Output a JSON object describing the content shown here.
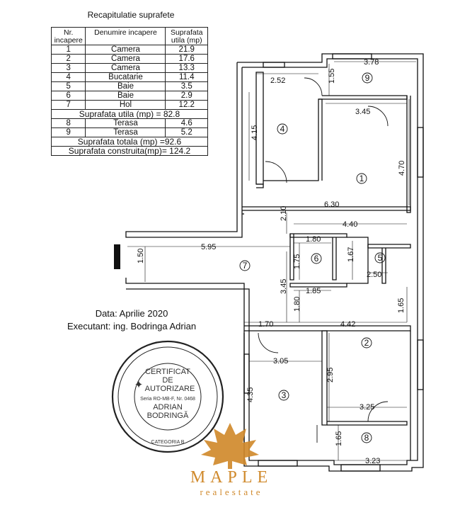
{
  "table": {
    "title": "Recapitulatie suprafete",
    "headers": [
      "Nr. incapere",
      "Denumire incapere",
      "Suprafata utila (mp)"
    ],
    "rows": [
      {
        "nr": "1",
        "name": "Camera",
        "area": "21.9"
      },
      {
        "nr": "2",
        "name": "Camera",
        "area": "17.6"
      },
      {
        "nr": "3",
        "name": "Camera",
        "area": "13.3"
      },
      {
        "nr": "4",
        "name": "Bucatarie",
        "area": "11.4"
      },
      {
        "nr": "5",
        "name": "Baie",
        "area": "3.5"
      },
      {
        "nr": "6",
        "name": "Baie",
        "area": "2.9"
      },
      {
        "nr": "7",
        "name": "Hol",
        "area": "12.2"
      }
    ],
    "total_utila": "Suprafata utila (mp) = 82.8",
    "terrace_rows": [
      {
        "nr": "8",
        "name": "Terasa",
        "area": "4.6"
      },
      {
        "nr": "9",
        "name": "Terasa",
        "area": "5.2"
      }
    ],
    "total_totala": "Suprafata totala (mp) =92.6",
    "total_construita": "Suprafata construita(mp)= 124.2"
  },
  "meta": {
    "date": "Data: Aprilie 2020",
    "executant": "Executant: ing. Bodringa  Adrian"
  },
  "stamp": {
    "line1": "CERTIFICAT",
    "line2": "DE",
    "line3": "AUTORIZARE",
    "series": "Seria RO-MB-F, Nr. 0468",
    "name1": "ADRIAN",
    "name2": "BODRINGĂ",
    "category": "CATEGORIA B"
  },
  "rooms": [
    "1",
    "2",
    "3",
    "4",
    "5",
    "6",
    "7",
    "8",
    "9"
  ],
  "dimensions": [
    "3.78",
    "1.55",
    "2.52",
    "3.45",
    "4.15",
    "4.70",
    "2.10",
    "6.30",
    "4.40",
    "1.80",
    "5.95",
    "1.50",
    "1.75",
    "1.67",
    "2.50",
    "3.45",
    "1.85",
    "1.65",
    "1.80",
    "1.70",
    "4.42",
    "3.05",
    "2.95",
    "4.35",
    "3.25",
    "1.65",
    "3.23"
  ],
  "brand": {
    "name": "MAPLE",
    "sub": "realestate",
    "color": "#d08a2d"
  }
}
